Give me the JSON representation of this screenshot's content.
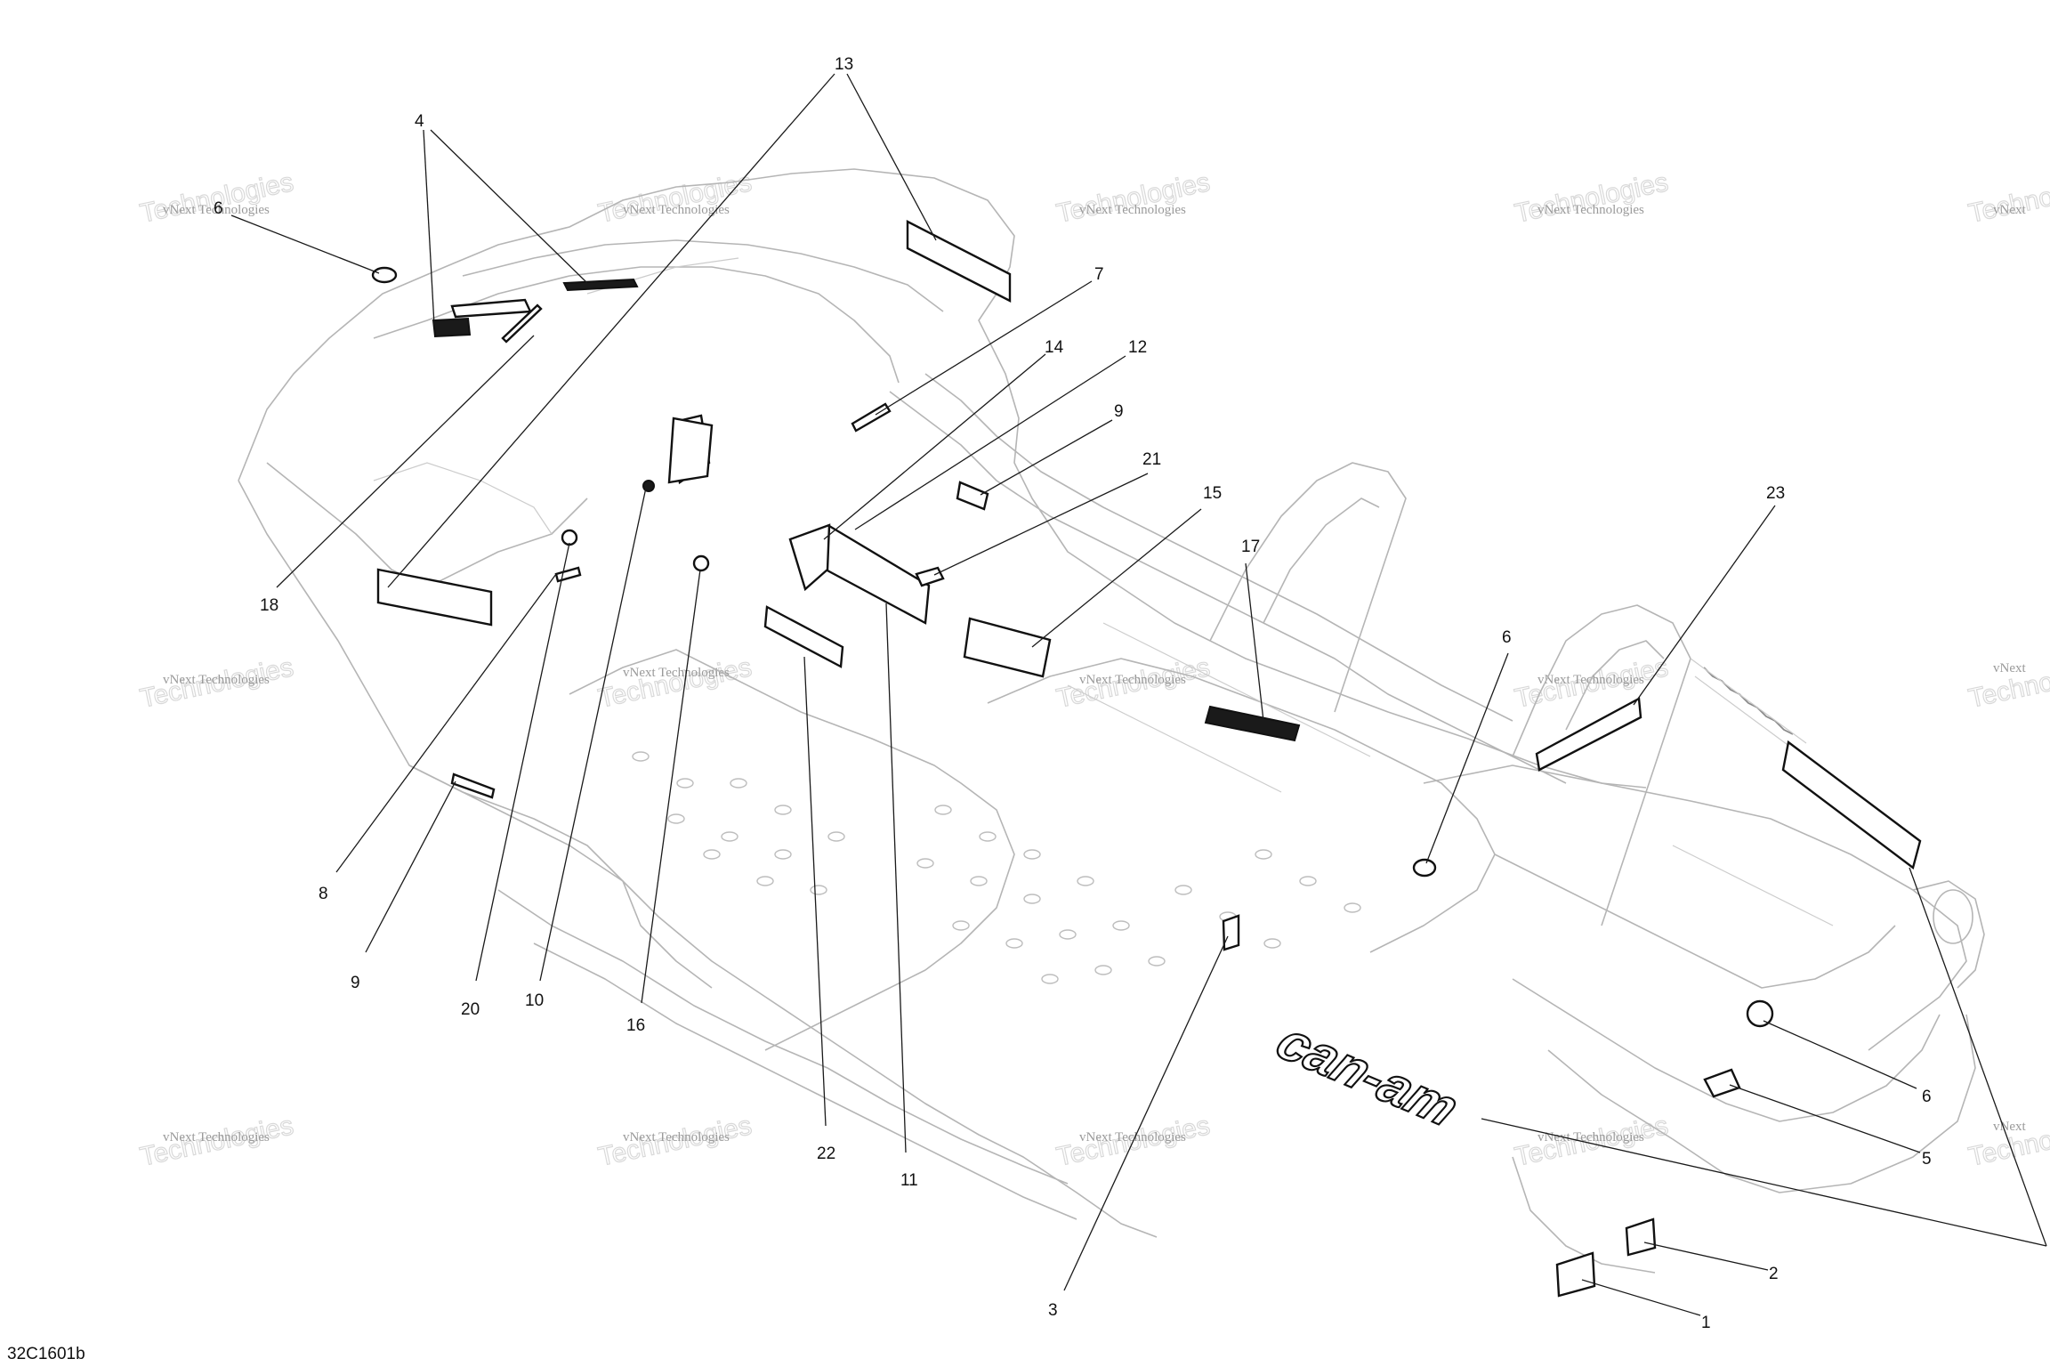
{
  "watermark": {
    "line1": "vNext Technologies",
    "line2": "Technologies",
    "prefix": "vNext"
  },
  "reference_code": "32C1601b",
  "brand_decal": "can-am",
  "callouts": [
    {
      "id": "c13",
      "label": "13"
    },
    {
      "id": "c4",
      "label": "4"
    },
    {
      "id": "c6a",
      "label": "6"
    },
    {
      "id": "c7",
      "label": "7"
    },
    {
      "id": "c14",
      "label": "14"
    },
    {
      "id": "c12",
      "label": "12"
    },
    {
      "id": "c9a",
      "label": "9"
    },
    {
      "id": "c21",
      "label": "21"
    },
    {
      "id": "c15",
      "label": "15"
    },
    {
      "id": "c17",
      "label": "17"
    },
    {
      "id": "c23",
      "label": "23"
    },
    {
      "id": "c6b",
      "label": "6"
    },
    {
      "id": "c18",
      "label": "18"
    },
    {
      "id": "c8",
      "label": "8"
    },
    {
      "id": "c9b",
      "label": "9"
    },
    {
      "id": "c20",
      "label": "20"
    },
    {
      "id": "c10",
      "label": "10"
    },
    {
      "id": "c16",
      "label": "16"
    },
    {
      "id": "c22",
      "label": "22"
    },
    {
      "id": "c11",
      "label": "11"
    },
    {
      "id": "c3",
      "label": "3"
    },
    {
      "id": "c6c",
      "label": "6"
    },
    {
      "id": "c5",
      "label": "5"
    },
    {
      "id": "c2",
      "label": "2"
    },
    {
      "id": "c1",
      "label": "1"
    }
  ]
}
